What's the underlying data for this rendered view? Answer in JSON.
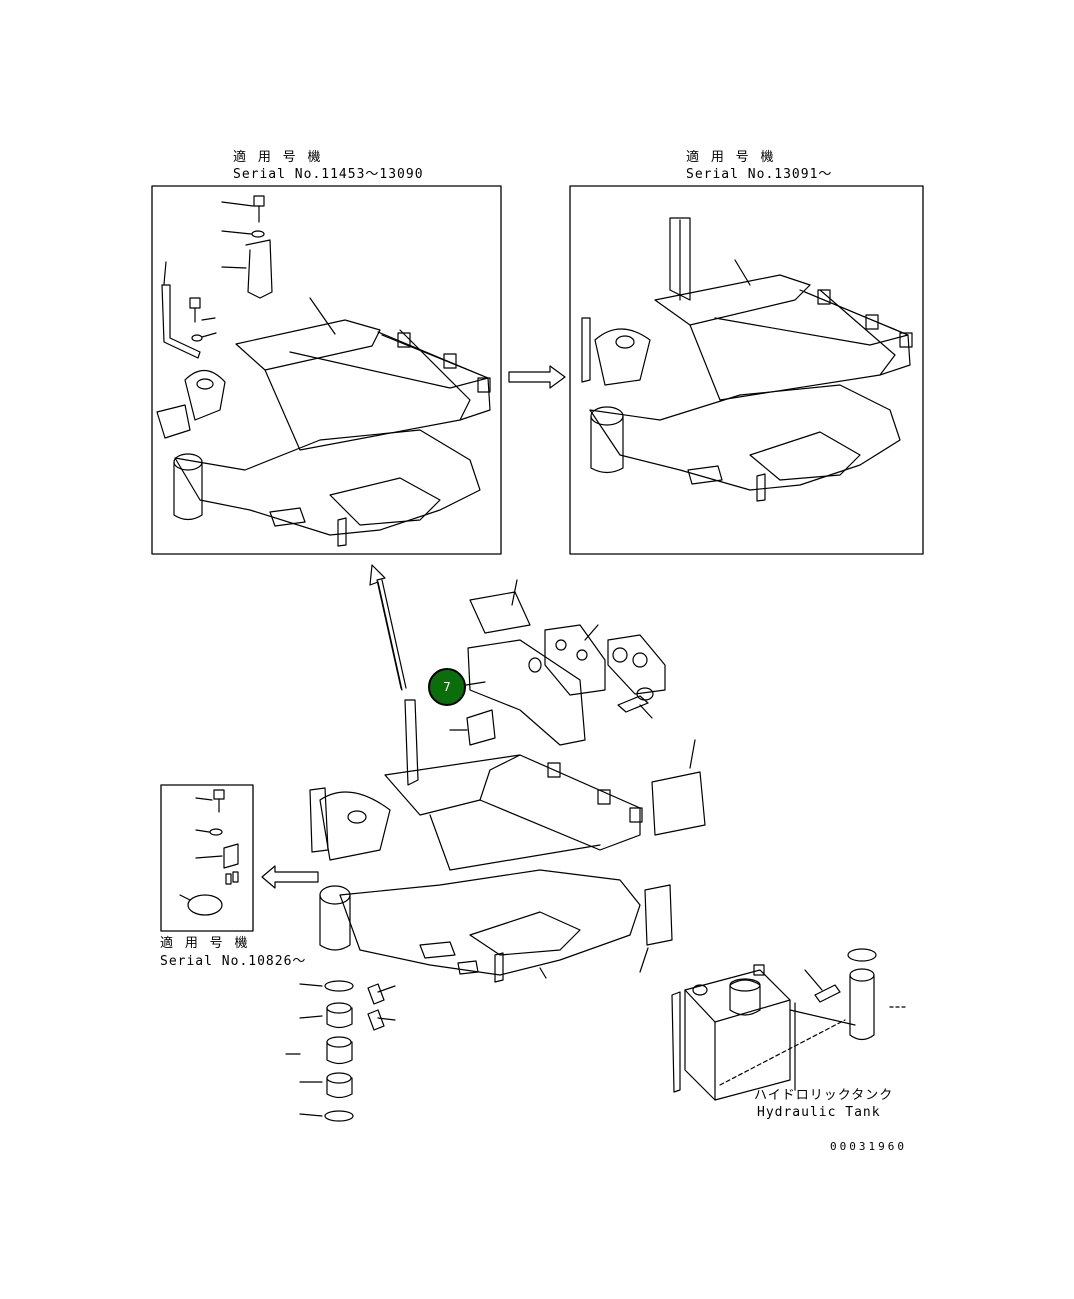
{
  "insets": {
    "top_left": {
      "label_jp": "適 用 号 機",
      "label_serial": "Serial No.11453～13090"
    },
    "top_right": {
      "label_jp": "適 用 号 機",
      "label_serial": "Serial No.13091～"
    },
    "bottom_left": {
      "label_jp": "適 用 号 機",
      "label_serial": "Serial No.10826～"
    }
  },
  "callout": {
    "number": "7",
    "color": "#0a6e0a"
  },
  "tank": {
    "label_jp": "ハイドロリックタンク",
    "label_en": "Hydraulic Tank"
  },
  "drawing_number": "00031960"
}
